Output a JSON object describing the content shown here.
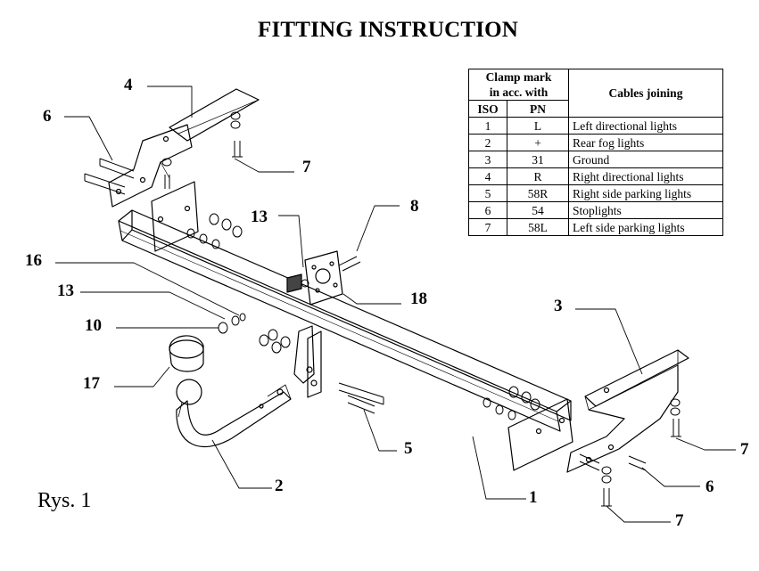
{
  "title": "FITTING INSTRUCTION",
  "figure_label": "Rys. 1",
  "callouts": {
    "c1": "1",
    "c2": "2",
    "c3": "3",
    "c4": "4",
    "c5": "5",
    "c6a": "6",
    "c6b": "6",
    "c7a": "7",
    "c7b": "7",
    "c7c": "7",
    "c8": "8",
    "c10": "10",
    "c13a": "13",
    "c13b": "13",
    "c16": "16",
    "c17": "17",
    "c18": "18"
  },
  "table": {
    "header_clamp": "Clamp mark",
    "header_clamp2": "in acc. with",
    "header_cables": "Cables joining",
    "header_iso": "ISO",
    "header_pn": "PN",
    "rows": [
      {
        "iso": "1",
        "pn": "L",
        "desc": "Left directional lights"
      },
      {
        "iso": "2",
        "pn": "+",
        "desc": "Rear fog lights"
      },
      {
        "iso": "3",
        "pn": "31",
        "desc": "Ground"
      },
      {
        "iso": "4",
        "pn": "R",
        "desc": "Right directional lights"
      },
      {
        "iso": "5",
        "pn": "58R",
        "desc": "Right side parking lights"
      },
      {
        "iso": "6",
        "pn": "54",
        "desc": "Stoplights"
      },
      {
        "iso": "7",
        "pn": "58L",
        "desc": "Left side parking lights"
      }
    ]
  }
}
